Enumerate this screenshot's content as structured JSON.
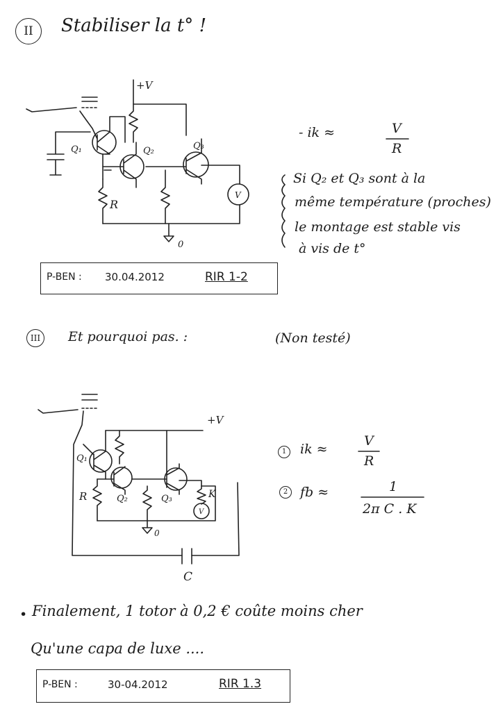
{
  "section2": {
    "number": "II",
    "title": "Stabiliser la t° !",
    "circuit": {
      "supply": "+V",
      "ground": "0",
      "q1": "Q₁",
      "q2": "Q₂",
      "q3": "Q₃",
      "resistor": "R",
      "meter": "V"
    },
    "formula": {
      "lhs": "- ik ≈",
      "num": "V",
      "den": "R"
    },
    "note": [
      "Si Q₂ et Q₃ sont à la",
      "même température (proches)",
      "le montage est stable vis",
      "à vis de t°"
    ],
    "stamp": {
      "author": "P-BEN :",
      "date": "30.04.2012",
      "ref": "RIR 1-2"
    }
  },
  "section3": {
    "number": "III",
    "title": "Et pourquoi pas. :",
    "subtitle": "(Non testé)",
    "circuit": {
      "supply": "+V",
      "ground": "0",
      "q1": "Q₁",
      "q2": "Q₂",
      "q3": "Q₃",
      "resistor": "R",
      "resistor_k": "K",
      "meter": "V",
      "capacitor": "C"
    },
    "formula1": {
      "index": "1",
      "lhs": "ik ≈",
      "num": "V",
      "den": "R"
    },
    "formula2": {
      "index": "2",
      "lhs": "fb ≈",
      "num": "1",
      "den": "2π C . K"
    }
  },
  "conclusion": {
    "bullet": "•",
    "line1": "Finalement, 1 totor à 0,2 € coûte moins cher",
    "line2": "Qu'une capa de luxe ...."
  },
  "stamp2": {
    "author": "P-BEN :",
    "date": "30-04.2012",
    "ref": "RIR 1.3"
  }
}
